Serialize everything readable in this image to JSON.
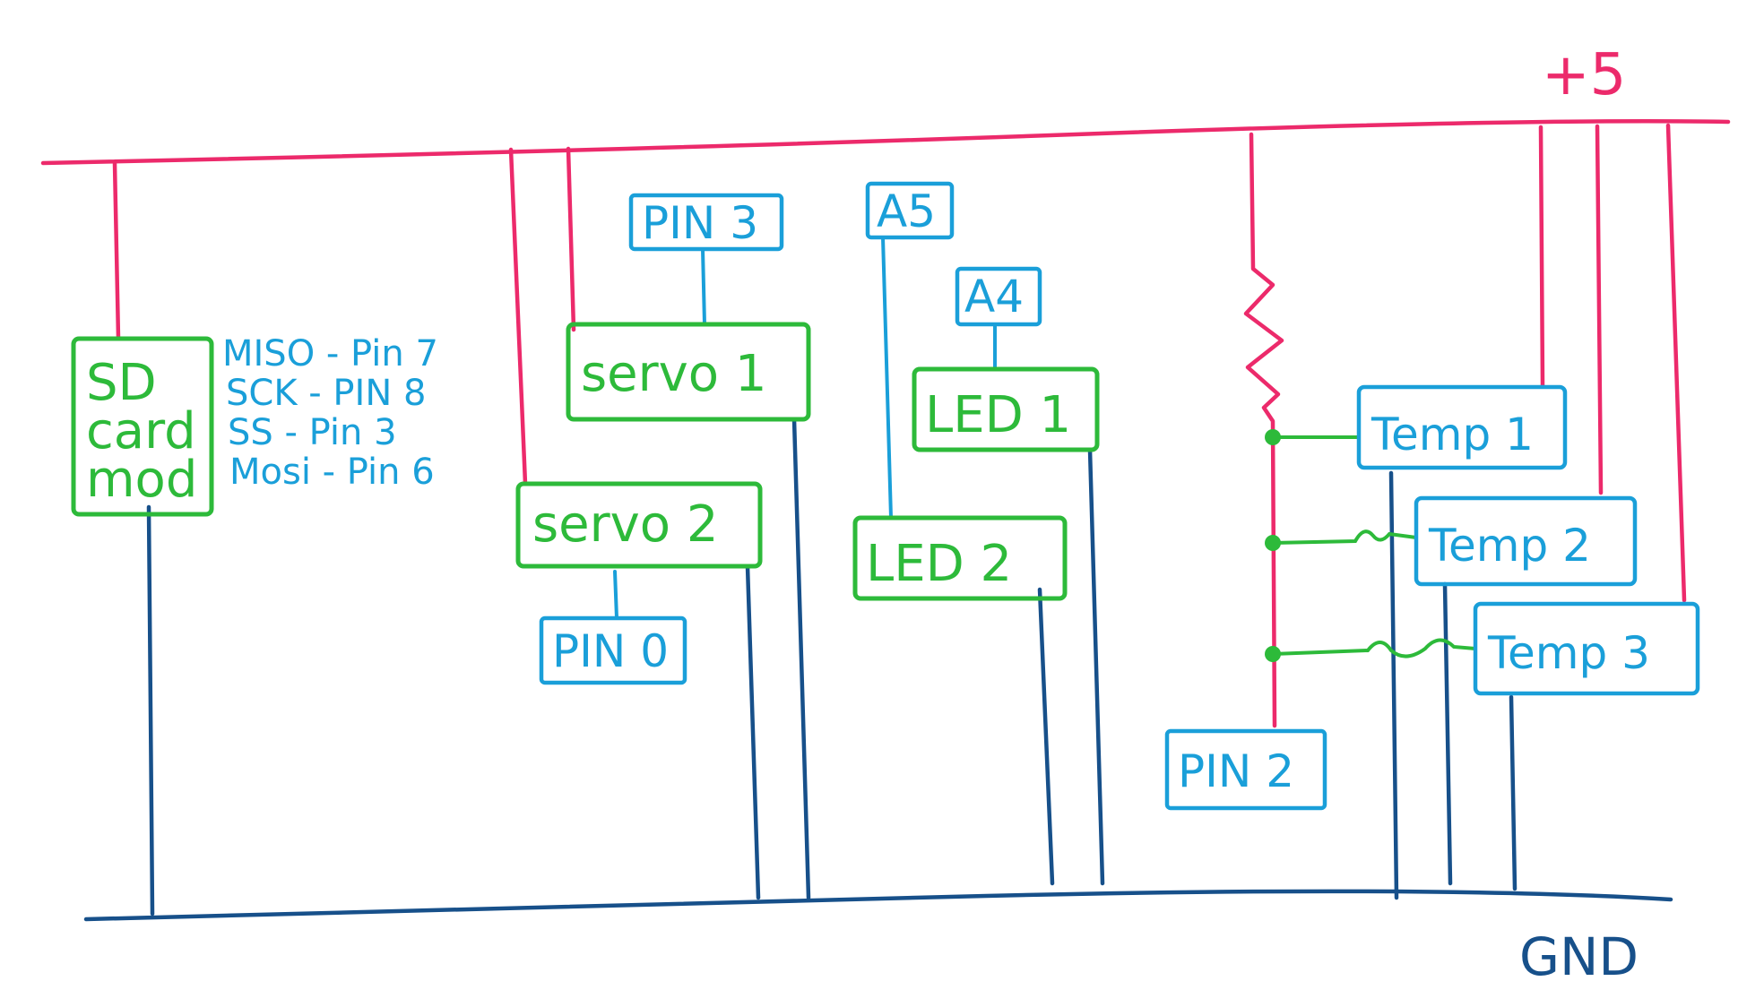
{
  "rails": {
    "power_label": "+5",
    "ground_label": "GND"
  },
  "components": {
    "sd_card": {
      "lines": [
        "SD",
        "card",
        "mod"
      ],
      "pin_notes": [
        "MISO - Pin 7",
        "SCK - PIN 8",
        "SS - Pin 3",
        "Mosi - Pin 6"
      ]
    },
    "servo_1": {
      "label": "servo 1",
      "pin": "PIN 3"
    },
    "servo_2": {
      "label": "servo 2",
      "pin": "PIN 0"
    },
    "led_1": {
      "label": "LED 1",
      "pin": "A4"
    },
    "led_2": {
      "label": "LED 2",
      "pin": "A5"
    },
    "temp_1": {
      "label": "Temp 1"
    },
    "temp_2": {
      "label": "Temp 2"
    },
    "temp_3": {
      "label": "Temp 3"
    },
    "temp_bus": {
      "pin": "PIN 2"
    }
  },
  "colors": {
    "power_wire": "#ec2a6b",
    "ground_wire": "#17508a",
    "component": "#2dba3a",
    "pin": "#1a9fd9"
  }
}
